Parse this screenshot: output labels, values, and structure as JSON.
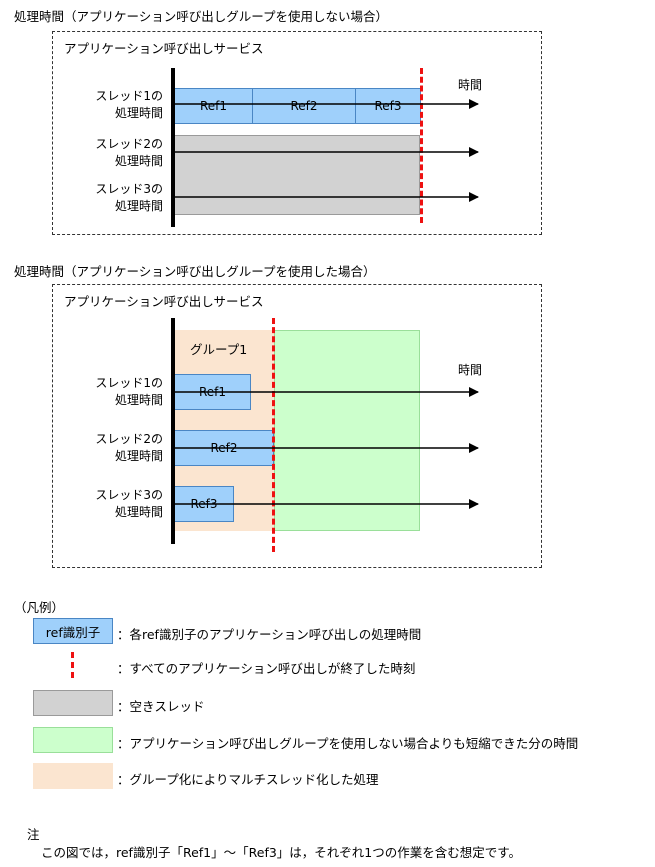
{
  "section1": {
    "title": "処理時間（アプリケーション呼び出しグループを使用しない場合）",
    "service_label": "アプリケーション呼び出しサービス",
    "time_label": "時間",
    "threads": [
      {
        "label_line1": "スレッド1の",
        "label_line2": "処理時間"
      },
      {
        "label_line1": "スレッド2の",
        "label_line2": "処理時間"
      },
      {
        "label_line1": "スレッド3の",
        "label_line2": "処理時間"
      }
    ],
    "refs": [
      "Ref1",
      "Ref2",
      "Ref3"
    ]
  },
  "section2": {
    "title": "処理時間（アプリケーション呼び出しグループを使用した場合）",
    "service_label": "アプリケーション呼び出しサービス",
    "group_label": "グループ1",
    "time_label": "時間",
    "threads": [
      {
        "label_line1": "スレッド1の",
        "label_line2": "処理時間"
      },
      {
        "label_line1": "スレッド2の",
        "label_line2": "処理時間"
      },
      {
        "label_line1": "スレッド3の",
        "label_line2": "処理時間"
      }
    ],
    "refs": [
      "Ref1",
      "Ref2",
      "Ref3"
    ]
  },
  "legend": {
    "heading": "（凡例）",
    "items": [
      {
        "swatch_text": "ref識別子",
        "text": "：各ref識別子のアプリケーション呼び出しの処理時間",
        "color": "#9fd0fb"
      },
      {
        "swatch_text": "",
        "text": "：すべてのアプリケーション呼び出しが終了した時刻",
        "color": "#ee1111"
      },
      {
        "swatch_text": "",
        "text": "：空きスレッド",
        "color": "#d2d2d2"
      },
      {
        "swatch_text": "",
        "text": "：アプリケーション呼び出しグループを使用しない場合よりも短縮できた分の時間",
        "color": "#ccffcc"
      },
      {
        "swatch_text": "",
        "text": "：グループ化によりマルチスレッド化した処理",
        "color": "#fbe5d0"
      }
    ]
  },
  "note": {
    "heading": "注",
    "text": "この図では，ref識別子「Ref1」～「Ref3」は，それぞれ1つの作業を含む想定です。"
  }
}
